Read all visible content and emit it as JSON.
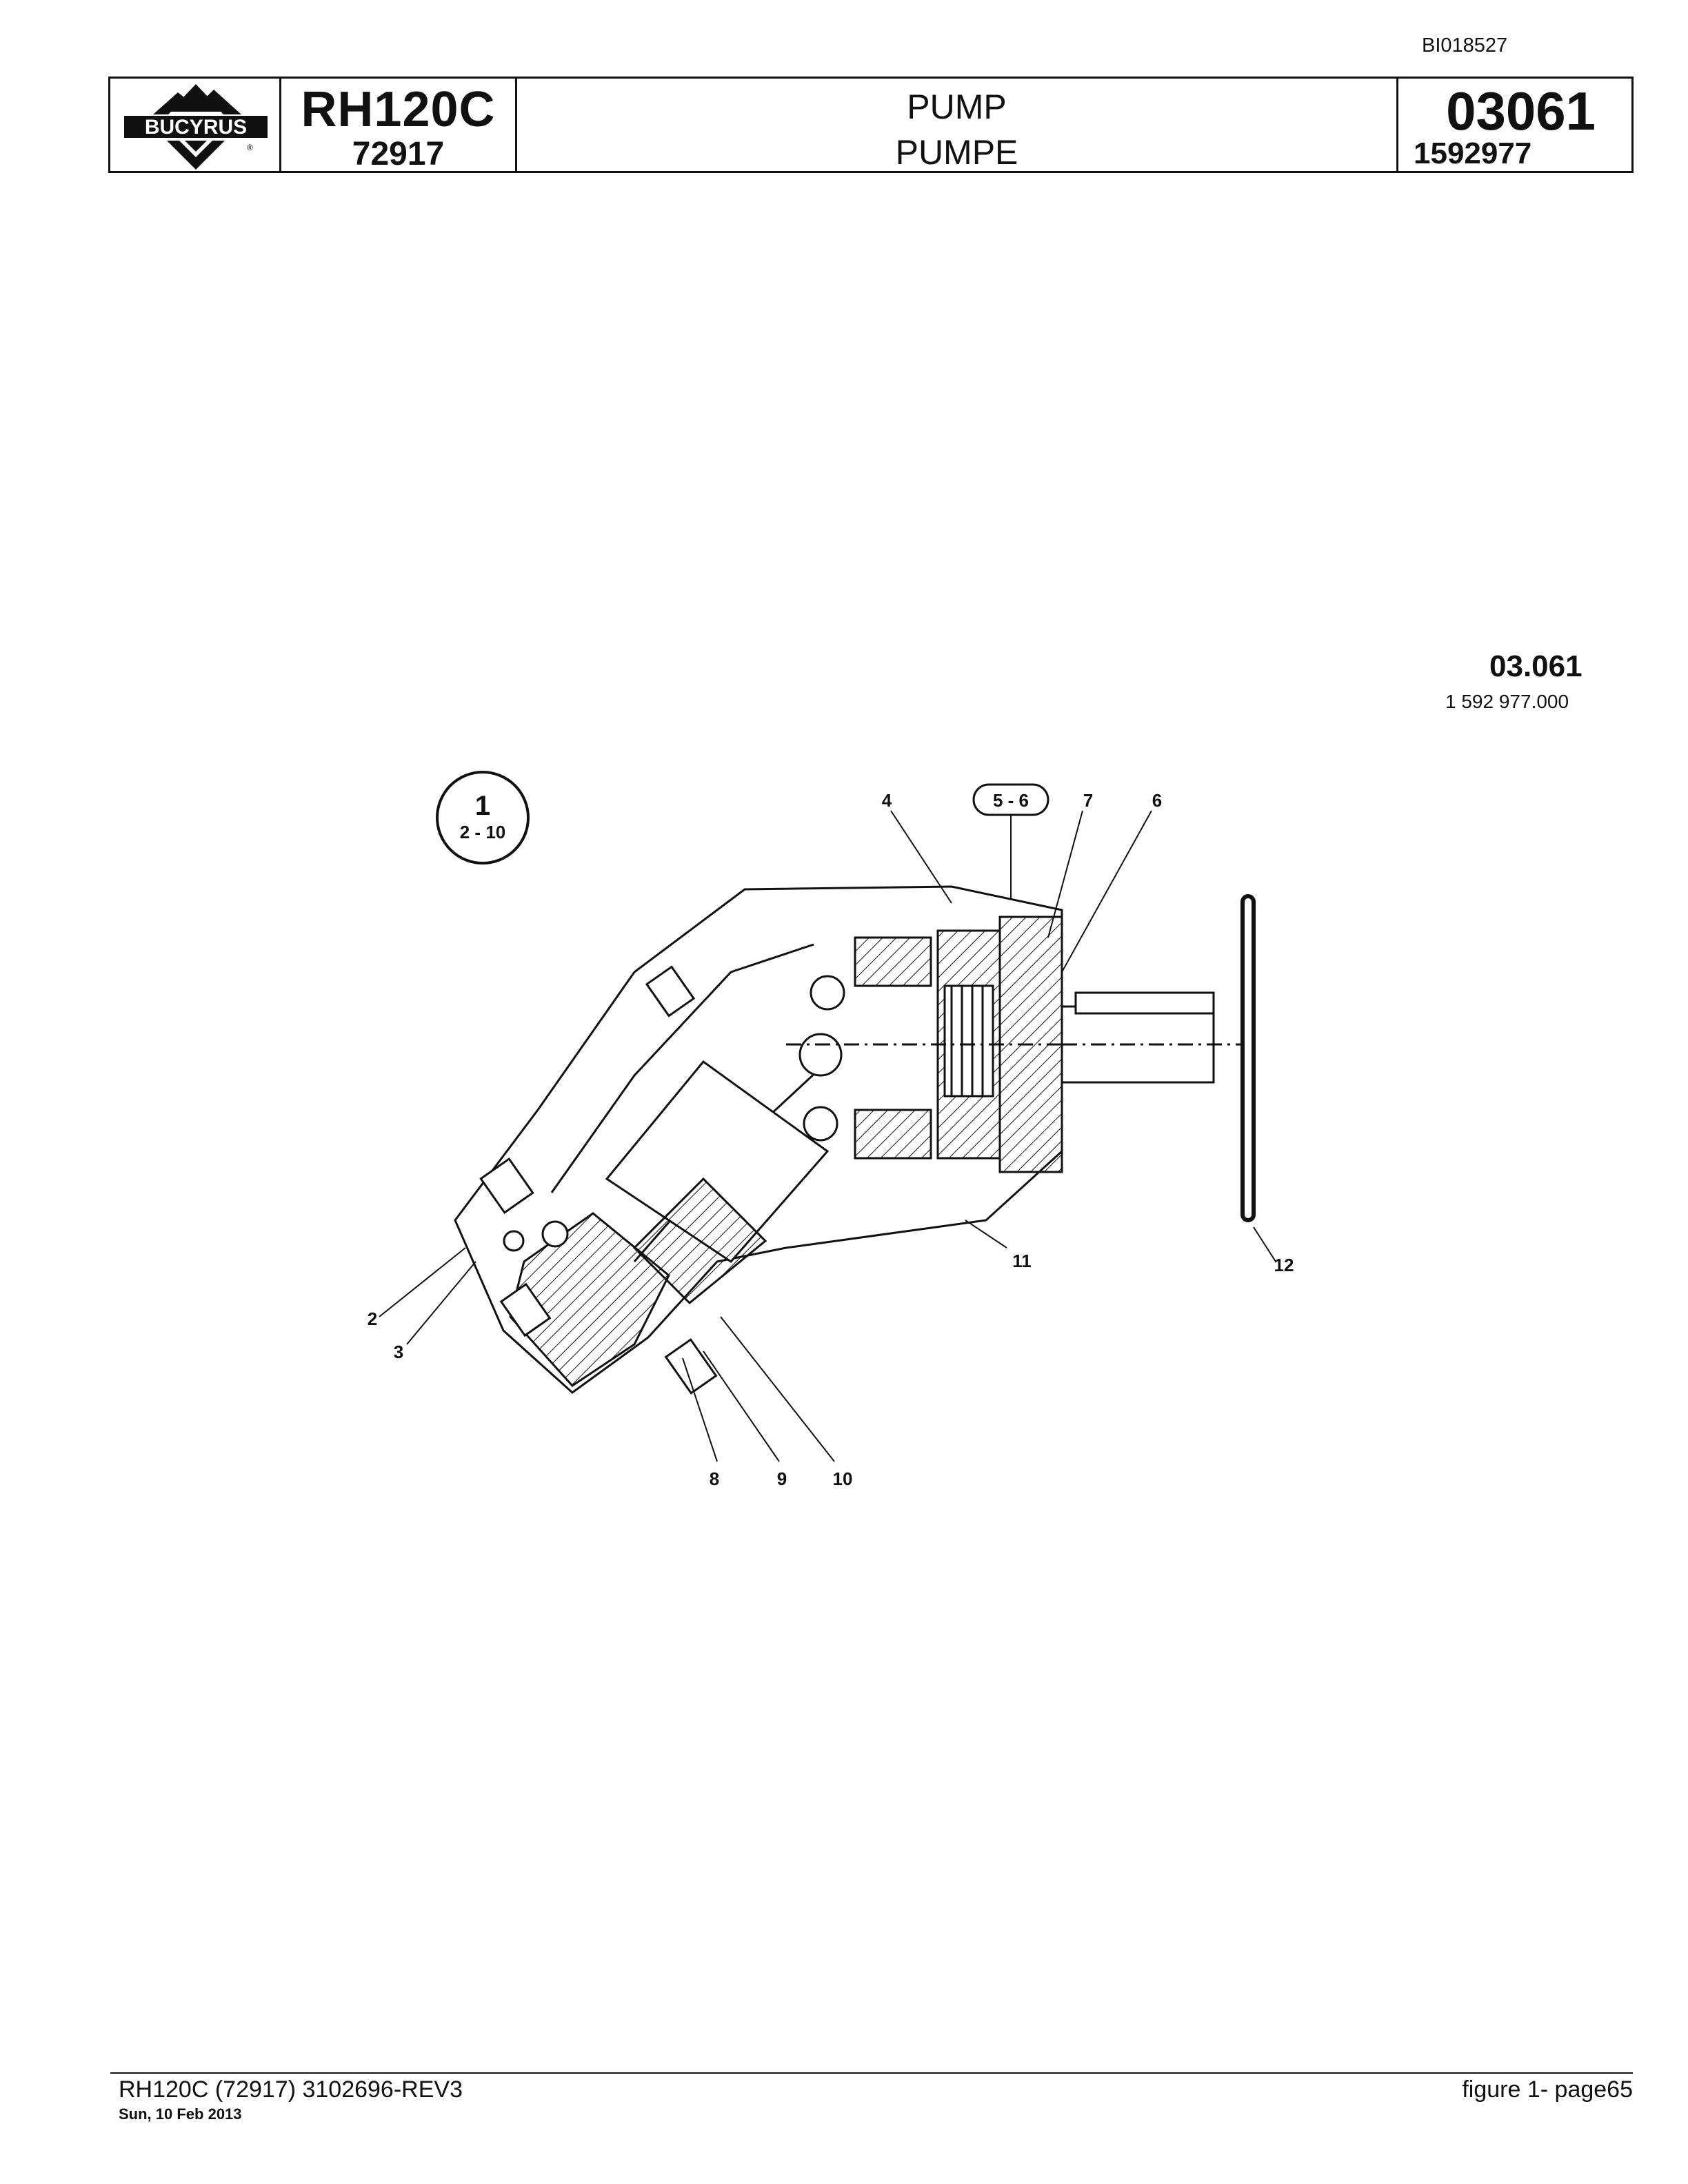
{
  "document_id": "BI018527",
  "header": {
    "brand": "BUCYRUS",
    "model": "RH120C",
    "serial": "72917",
    "title_en": "PUMP",
    "title_de": "PUMPE",
    "group_number": "03061",
    "part_number": "1592977"
  },
  "figure": {
    "ref": "03.061",
    "code": "1 592 977.000",
    "assembly_callout": {
      "item": "1",
      "range": "2 - 10"
    },
    "group_callout": "5 - 6",
    "callouts": [
      "2",
      "3",
      "4",
      "6",
      "7",
      "8",
      "9",
      "10",
      "11",
      "12"
    ]
  },
  "footer": {
    "left": "RH120C (72917) 3102696-REV3",
    "date": "Sun, 10 Feb 2013",
    "right": "figure  1- page65"
  },
  "colors": {
    "ink": "#111111",
    "paper": "#ffffff"
  }
}
